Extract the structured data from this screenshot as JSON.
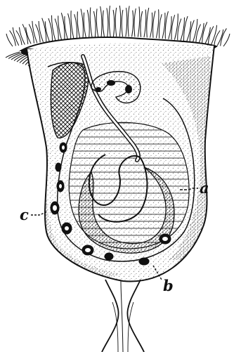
{
  "figure": {
    "labels": {
      "a": "a",
      "b": "b",
      "c": "c"
    },
    "colors": {
      "ink": "#111111",
      "paper": "#ffffff",
      "stipple": "#3a3a3a"
    }
  }
}
